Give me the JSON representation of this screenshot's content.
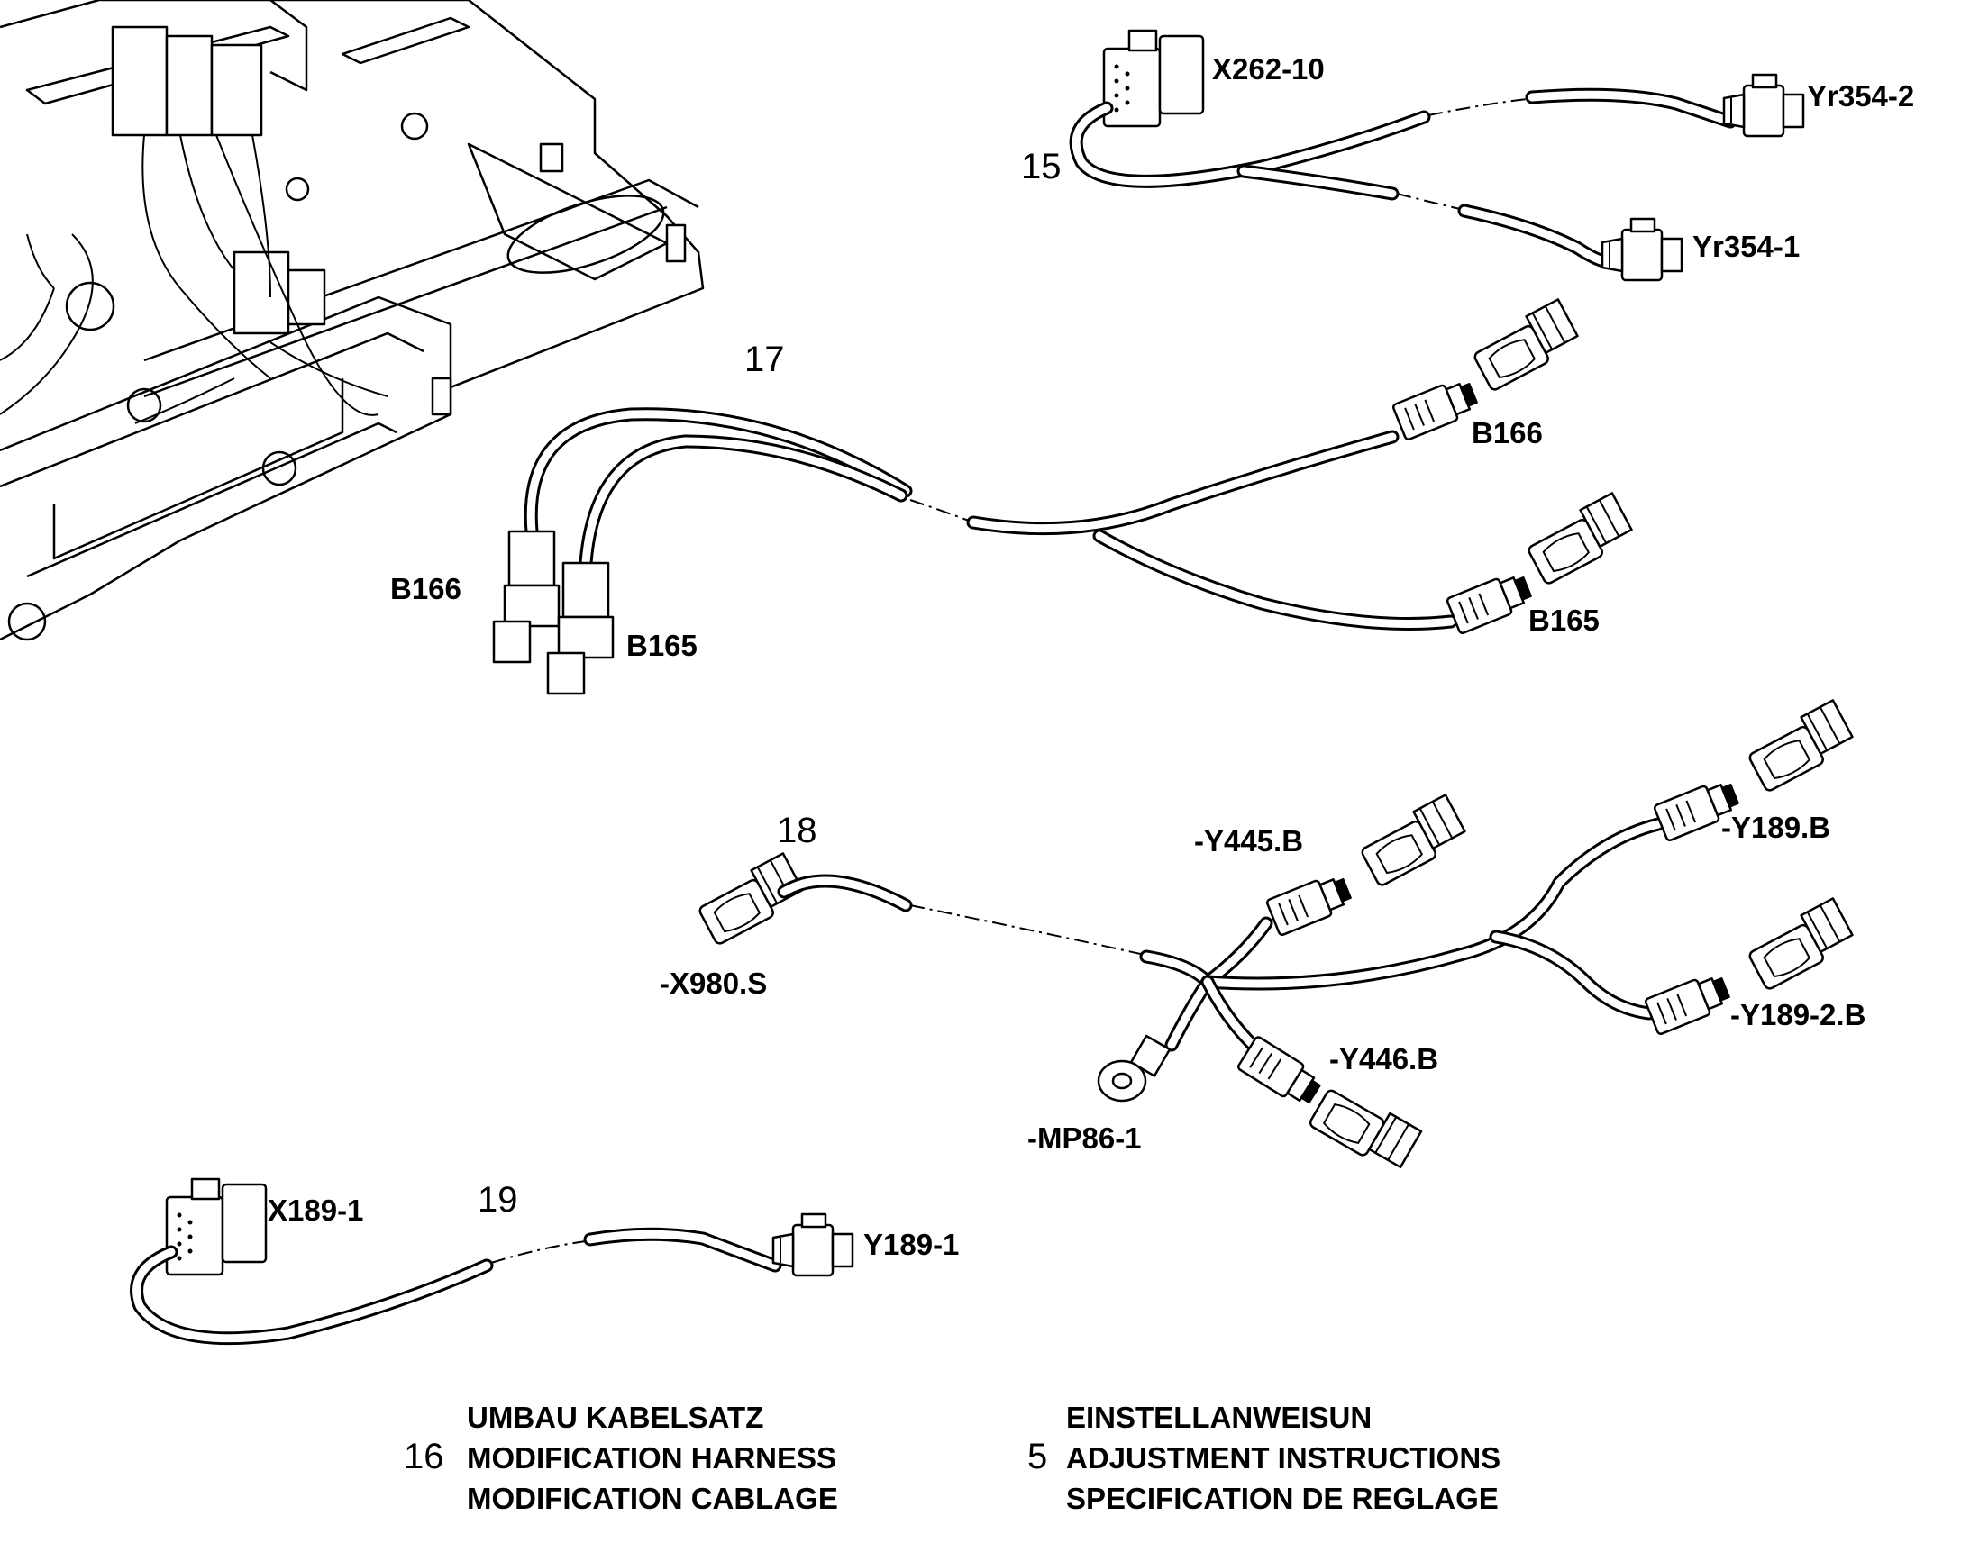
{
  "callouts": {
    "item15": "15",
    "item17": "17",
    "item18": "18",
    "item19": "19"
  },
  "labels": {
    "x262_10": "X262-10",
    "yr354_2": "Yr354-2",
    "yr354_1": "Yr354-1",
    "b166_right": "B166",
    "b165_right": "B165",
    "b166_left": "B166",
    "b165_left": "B165",
    "y445b": "-Y445.B",
    "y189b": "-Y189.B",
    "y189_2b": "-Y189-2.B",
    "y446b": "-Y446.B",
    "x980s": "-X980.S",
    "mp86_1": "-MP86-1",
    "x189_1": "X189-1",
    "y189_1": "Y189-1"
  },
  "legend": {
    "item16": {
      "number": "16",
      "lines": [
        "UMBAU KABELSATZ",
        "MODIFICATION HARNESS",
        "MODIFICATION CABLAGE"
      ]
    },
    "item5": {
      "number": "5",
      "lines": [
        "EINSTELLANWEISUN",
        "ADJUSTMENT INSTRUCTIONS",
        "SPECIFICATION DE REGLAGE"
      ]
    }
  }
}
